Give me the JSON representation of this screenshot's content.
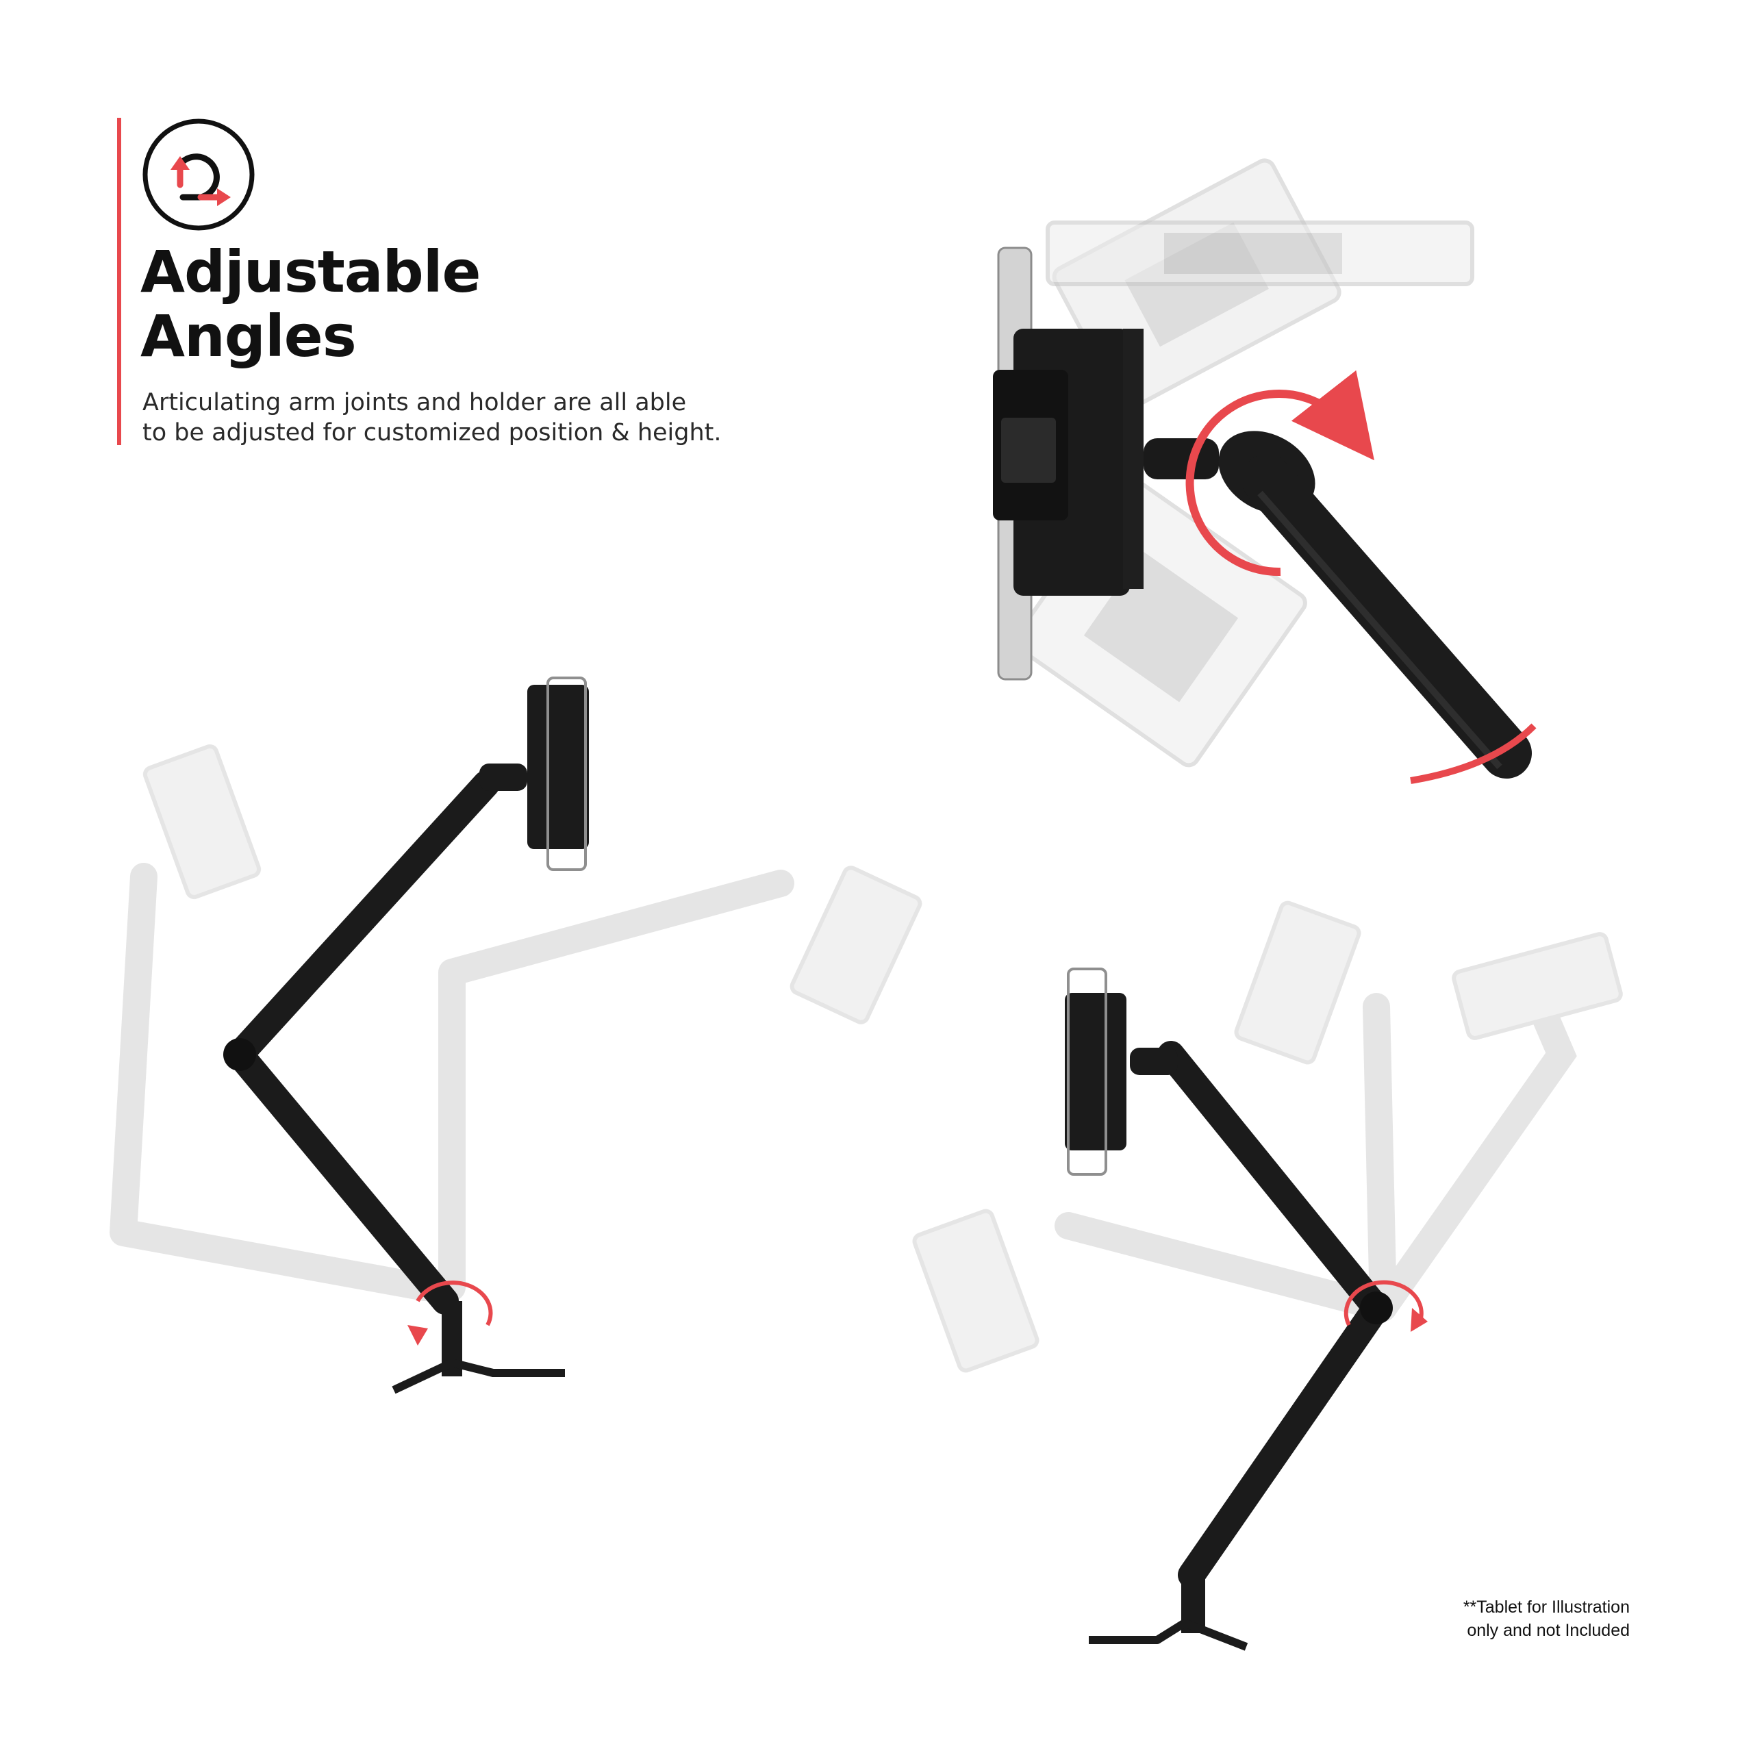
{
  "header": {
    "icon": "rotate-arrows-icon",
    "title_line1": "Adjustable",
    "title_line2": "Angles",
    "description_line1": "Articulating arm joints and holder are all able",
    "description_line2": "to be adjusted for customized position & height."
  },
  "footnote": {
    "line1": "**Tablet for Illustration",
    "line2": "only and not Included"
  },
  "colors": {
    "accent": "#e8484d",
    "arm_dark": "#1c1c1c",
    "ghost": "#cfcfcf",
    "text": "#111111"
  }
}
